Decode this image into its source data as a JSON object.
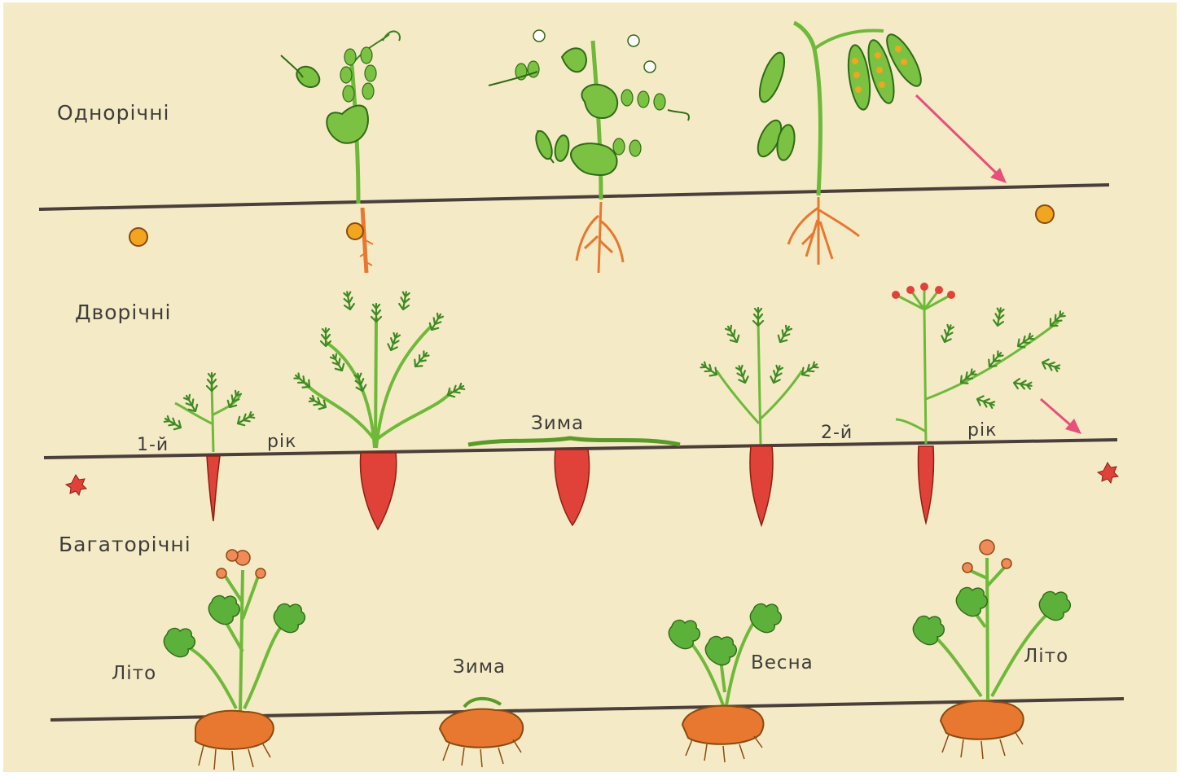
{
  "colors": {
    "paper": "#f4ebc6",
    "ground_line": "#4a3f3a",
    "leaf": "#7cc242",
    "leaf_dark": "#3f7f1f",
    "stem": "#6fb93a",
    "seed": "#f2a51f",
    "root_orange": "#e8782f",
    "carrot_red": "#e0423a",
    "flower": "#f08a5a",
    "arrow": "#e8507a",
    "text": "#3f3d3a"
  },
  "rows": {
    "annual": {
      "title": "Однорічні",
      "icons": [
        "seed-icon",
        "pea-seedling-icon",
        "pea-flowering-icon",
        "pea-fruiting-icon",
        "seed-icon"
      ]
    },
    "biennial": {
      "title": "Дворічні",
      "labels": {
        "year1_a": "1-й",
        "year1_b": "рік",
        "winter": "Зима",
        "year2_a": "2-й",
        "year2_b": "рік"
      },
      "icons": [
        "seed-icon",
        "carrot-seedling-icon",
        "carrot-mature-icon",
        "carrot-winter-icon",
        "carrot-sprout-icon",
        "carrot-flowering-icon",
        "seed-icon"
      ]
    },
    "perennial": {
      "title": "Багаторічні",
      "labels": {
        "summer1": "Літо",
        "winter": "Зима",
        "spring": "Весна",
        "summer2": "Літо"
      },
      "icons": [
        "buttercup-summer-icon",
        "rhizome-winter-icon",
        "buttercup-spring-icon",
        "buttercup-summer-icon"
      ]
    }
  }
}
